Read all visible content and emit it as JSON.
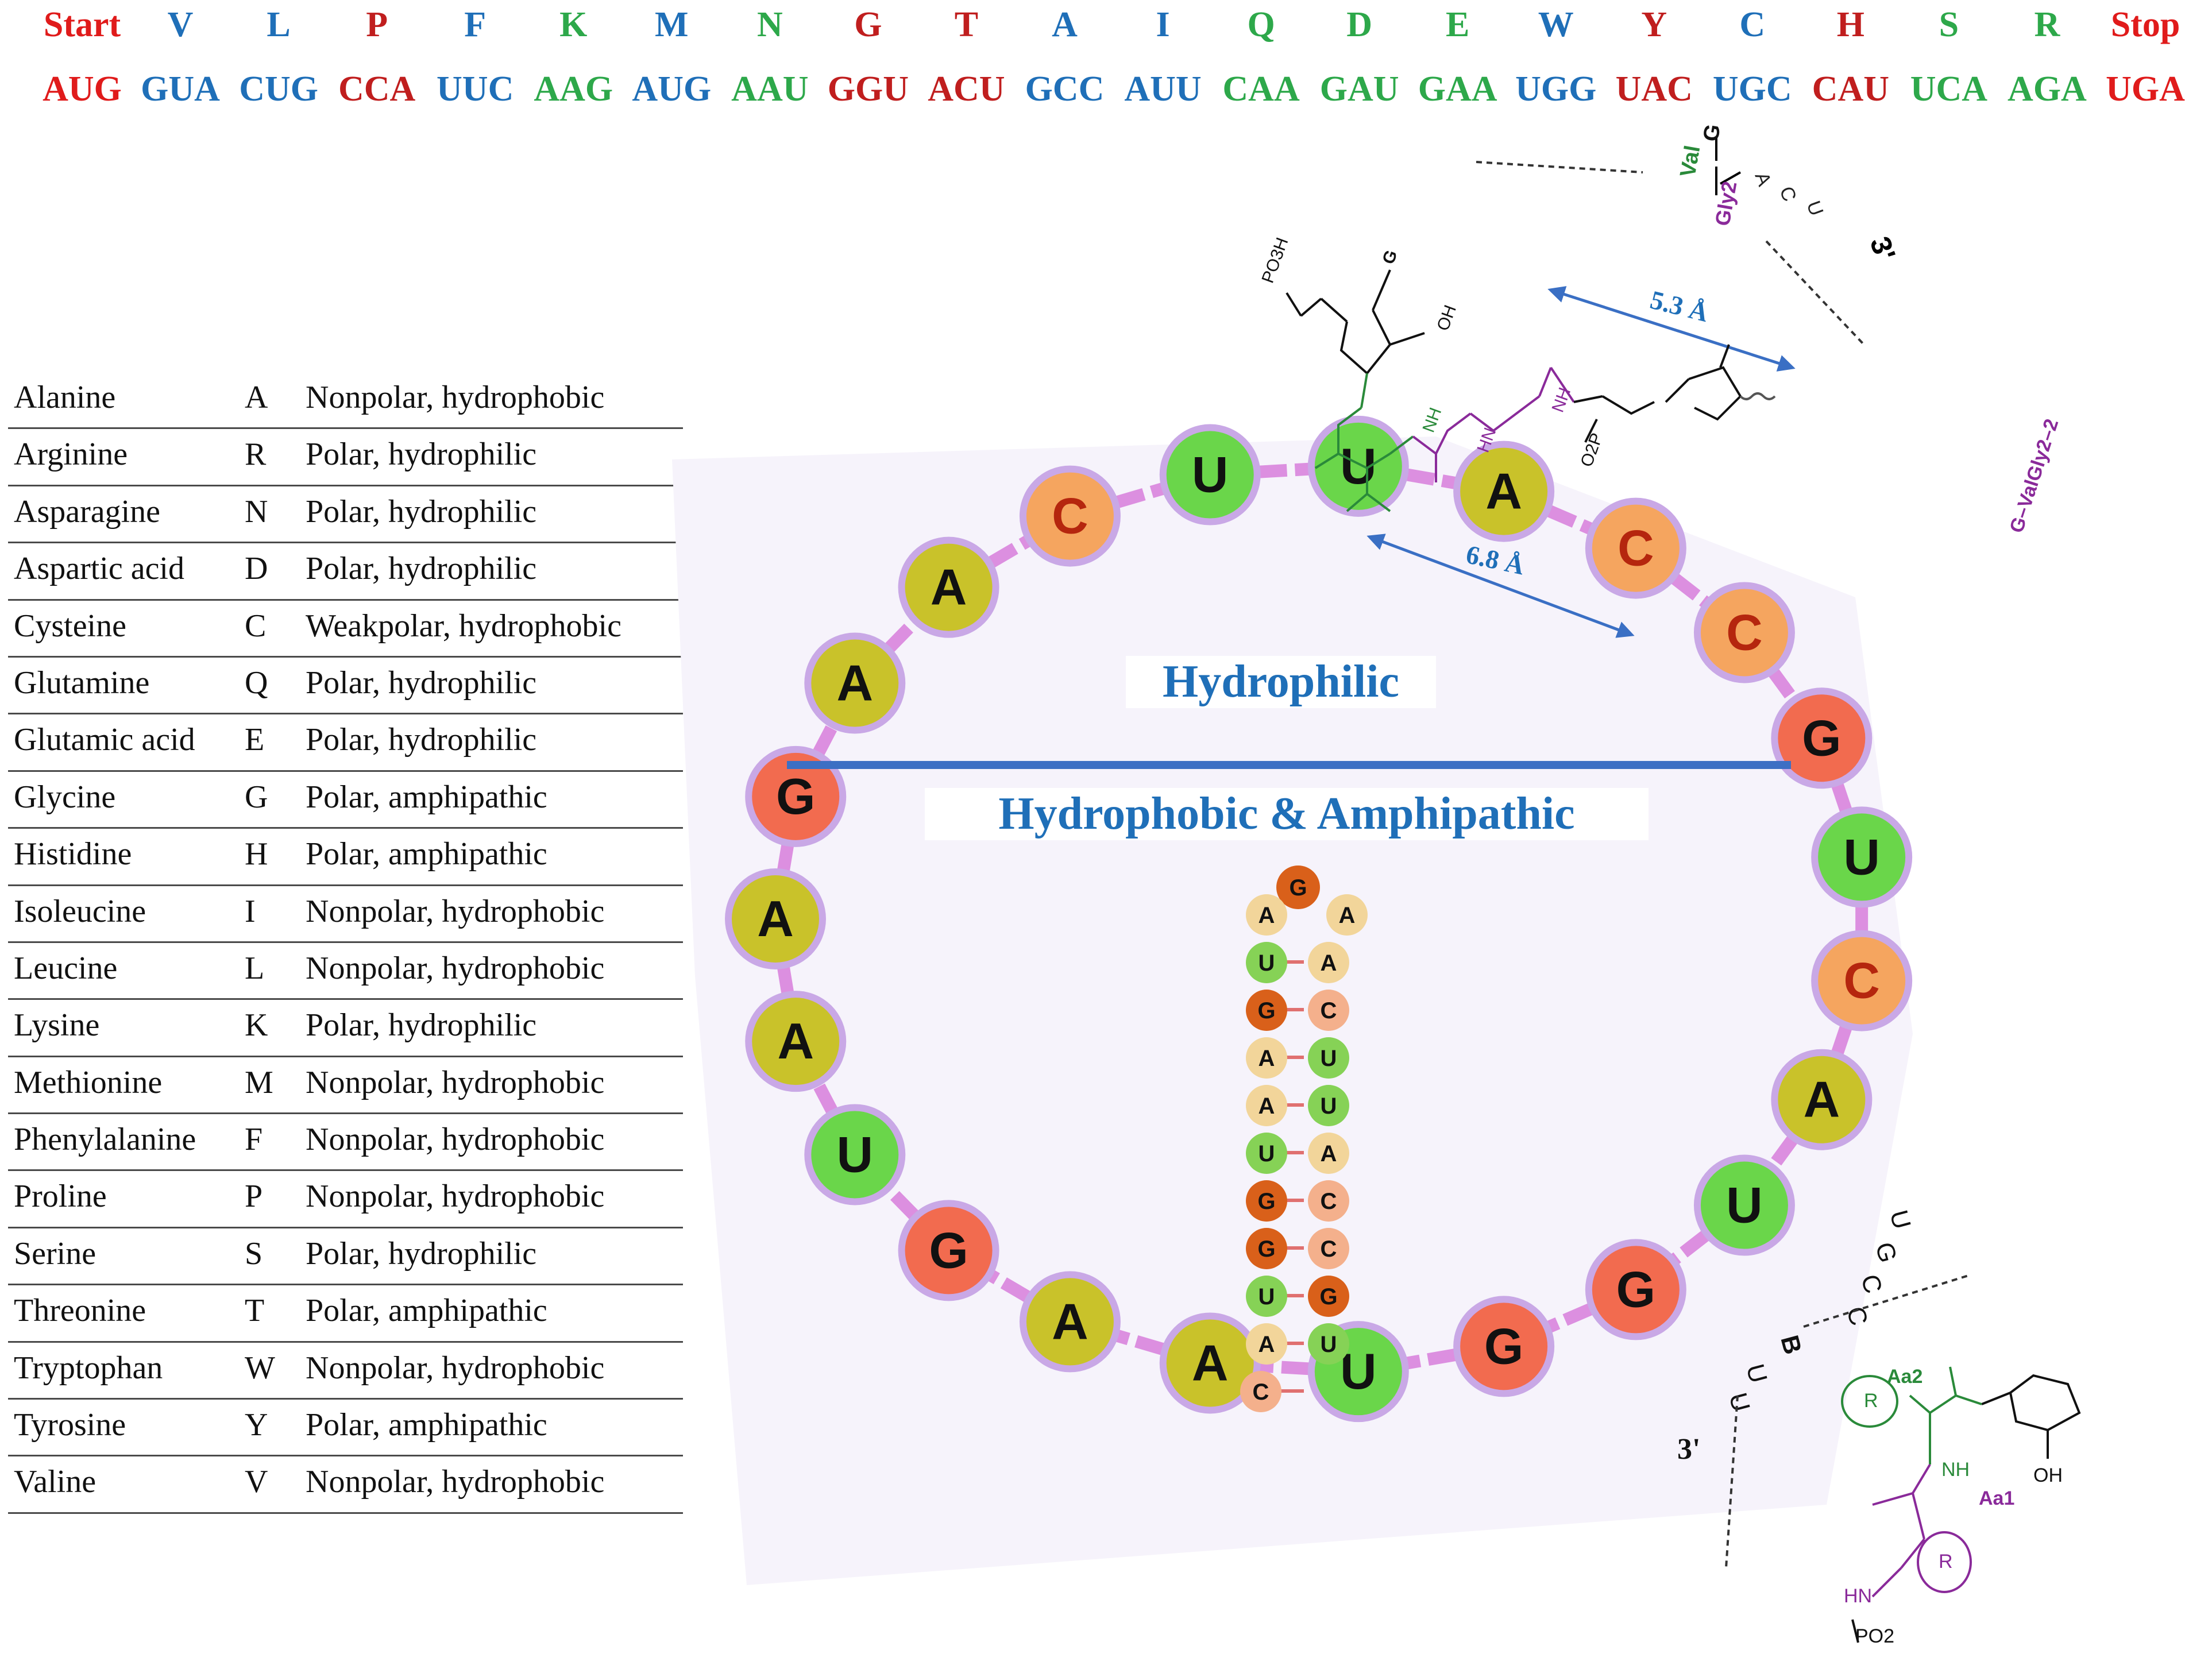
{
  "header": {
    "amino_acids": [
      {
        "label": "Start",
        "color": "#e01b1b"
      },
      {
        "label": "V",
        "color": "#1f6fb8"
      },
      {
        "label": "L",
        "color": "#1f6fb8"
      },
      {
        "label": "P",
        "color": "#c01e1e"
      },
      {
        "label": "F",
        "color": "#1f6fb8"
      },
      {
        "label": "K",
        "color": "#2da84a"
      },
      {
        "label": "M",
        "color": "#1f6fb8"
      },
      {
        "label": "N",
        "color": "#2da84a"
      },
      {
        "label": "G",
        "color": "#c01e1e"
      },
      {
        "label": "T",
        "color": "#c01e1e"
      },
      {
        "label": "A",
        "color": "#1f6fb8"
      },
      {
        "label": "I",
        "color": "#1f6fb8"
      },
      {
        "label": "Q",
        "color": "#2da84a"
      },
      {
        "label": "D",
        "color": "#2da84a"
      },
      {
        "label": "E",
        "color": "#2da84a"
      },
      {
        "label": "W",
        "color": "#1f6fb8"
      },
      {
        "label": "Y",
        "color": "#c01e1e"
      },
      {
        "label": "C",
        "color": "#1f6fb8"
      },
      {
        "label": "H",
        "color": "#c01e1e"
      },
      {
        "label": "S",
        "color": "#2da84a"
      },
      {
        "label": "R",
        "color": "#2da84a"
      },
      {
        "label": "Stop",
        "color": "#e01b1b"
      }
    ],
    "codons": [
      {
        "label": "AUG",
        "color": "#e01b1b"
      },
      {
        "label": "GUA",
        "color": "#1f6fb8"
      },
      {
        "label": "CUG",
        "color": "#1f6fb8"
      },
      {
        "label": "CCA",
        "color": "#c01e1e"
      },
      {
        "label": "UUC",
        "color": "#1f6fb8"
      },
      {
        "label": "AAG",
        "color": "#2da84a"
      },
      {
        "label": "AUG",
        "color": "#1f6fb8"
      },
      {
        "label": "AAU",
        "color": "#2da84a"
      },
      {
        "label": "GGU",
        "color": "#c01e1e"
      },
      {
        "label": "ACU",
        "color": "#c01e1e"
      },
      {
        "label": "GCC",
        "color": "#1f6fb8"
      },
      {
        "label": "AUU",
        "color": "#1f6fb8"
      },
      {
        "label": "CAA",
        "color": "#2da84a"
      },
      {
        "label": "GAU",
        "color": "#2da84a"
      },
      {
        "label": "GAA",
        "color": "#2da84a"
      },
      {
        "label": "UGG",
        "color": "#1f6fb8"
      },
      {
        "label": "UAC",
        "color": "#c01e1e"
      },
      {
        "label": "UGC",
        "color": "#1f6fb8"
      },
      {
        "label": "CAU",
        "color": "#c01e1e"
      },
      {
        "label": "UCA",
        "color": "#2da84a"
      },
      {
        "label": "AGA",
        "color": "#2da84a"
      },
      {
        "label": "UGA",
        "color": "#e01b1b"
      }
    ]
  },
  "amino_acid_table": [
    {
      "name": "Alanine",
      "code": "A",
      "property": "Nonpolar, hydrophobic"
    },
    {
      "name": "Arginine",
      "code": "R",
      "property": "Polar, hydrophilic"
    },
    {
      "name": "Asparagine",
      "code": "N",
      "property": "Polar, hydrophilic"
    },
    {
      "name": "Aspartic acid",
      "code": "D",
      "property": "Polar, hydrophilic"
    },
    {
      "name": "Cysteine",
      "code": "C",
      "property": "Weakpolar, hydrophobic"
    },
    {
      "name": "Glutamine",
      "code": "Q",
      "property": "Polar, hydrophilic"
    },
    {
      "name": "Glutamic acid",
      "code": "E",
      "property": "Polar, hydrophilic"
    },
    {
      "name": "Glycine",
      "code": "G",
      "property": "Polar, amphipathic"
    },
    {
      "name": "Histidine",
      "code": "H",
      "property": "Polar, amphipathic"
    },
    {
      "name": "Isoleucine",
      "code": "I",
      "property": "Nonpolar, hydrophobic"
    },
    {
      "name": "Leucine",
      "code": "L",
      "property": "Nonpolar, hydrophobic"
    },
    {
      "name": "Lysine",
      "code": "K",
      "property": "Polar, hydrophilic"
    },
    {
      "name": "Methionine",
      "code": "M",
      "property": "Nonpolar, hydrophobic"
    },
    {
      "name": "Phenylalanine",
      "code": "F",
      "property": "Nonpolar, hydrophobic"
    },
    {
      "name": "Proline",
      "code": "P",
      "property": "Nonpolar, hydrophobic"
    },
    {
      "name": "Serine",
      "code": "S",
      "property": "Polar, hydrophilic"
    },
    {
      "name": "Threonine",
      "code": "T",
      "property": "Polar, amphipathic"
    },
    {
      "name": "Tryptophan",
      "code": "W",
      "property": "Nonpolar, hydrophobic"
    },
    {
      "name": "Tyrosine",
      "code": "Y",
      "property": "Polar, amphipathic"
    },
    {
      "name": "Valine",
      "code": "V",
      "property": "Nonpolar, hydrophobic"
    }
  ],
  "ring": {
    "nucleotides": [
      "A",
      "G",
      "A",
      "A",
      "C",
      "U",
      "U",
      "A",
      "C",
      "C",
      "G",
      "U",
      "C",
      "A",
      "U",
      "G",
      "G",
      "U",
      "A",
      "A",
      "G",
      "U",
      "A"
    ],
    "hydrophilic_label": "Hydrophilic",
    "hydrophobic_label": "Hydrophobic & Amphipathic",
    "distance_inner": "6.8 Å",
    "distance_outer": "5.3 Å"
  },
  "hairpin": {
    "loop": "G",
    "left": [
      "A",
      "U",
      "G",
      "A",
      "A",
      "U",
      "G",
      "G",
      "U",
      "A",
      "C"
    ],
    "right": [
      "A",
      "A",
      "C",
      "U",
      "U",
      "A",
      "C",
      "C",
      "G",
      "U"
    ]
  },
  "tail": {
    "letters": [
      "U",
      "G",
      "C",
      "C",
      "B",
      "U",
      "U"
    ],
    "end_label": "3'"
  },
  "molecules": {
    "top": {
      "po3h": "PO3H",
      "oh": "OH",
      "g": "G",
      "nh1": "NH",
      "hn": "HN",
      "nh2": "NH",
      "o2p": "O2P",
      "tag": "G–ValGly2–2"
    },
    "small": {
      "val": "Val",
      "g": "G",
      "gly": "Gly2",
      "a": "A",
      "c": "C",
      "u": "U",
      "end": "3'"
    },
    "bottom": {
      "aa2": "Aa2",
      "aa1": "Aa1",
      "nh": "NH",
      "hn": "HN",
      "oh": "OH",
      "r": "R",
      "po2": "PO2"
    }
  },
  "colors": {
    "A": "#c9c22a",
    "G": "#f26b4f",
    "U": "#6ad64a",
    "C": "#f5a55f",
    "backbone": "#dc8fe0",
    "arrow": "#3a6fc4",
    "separator": "#3d6fc4"
  }
}
